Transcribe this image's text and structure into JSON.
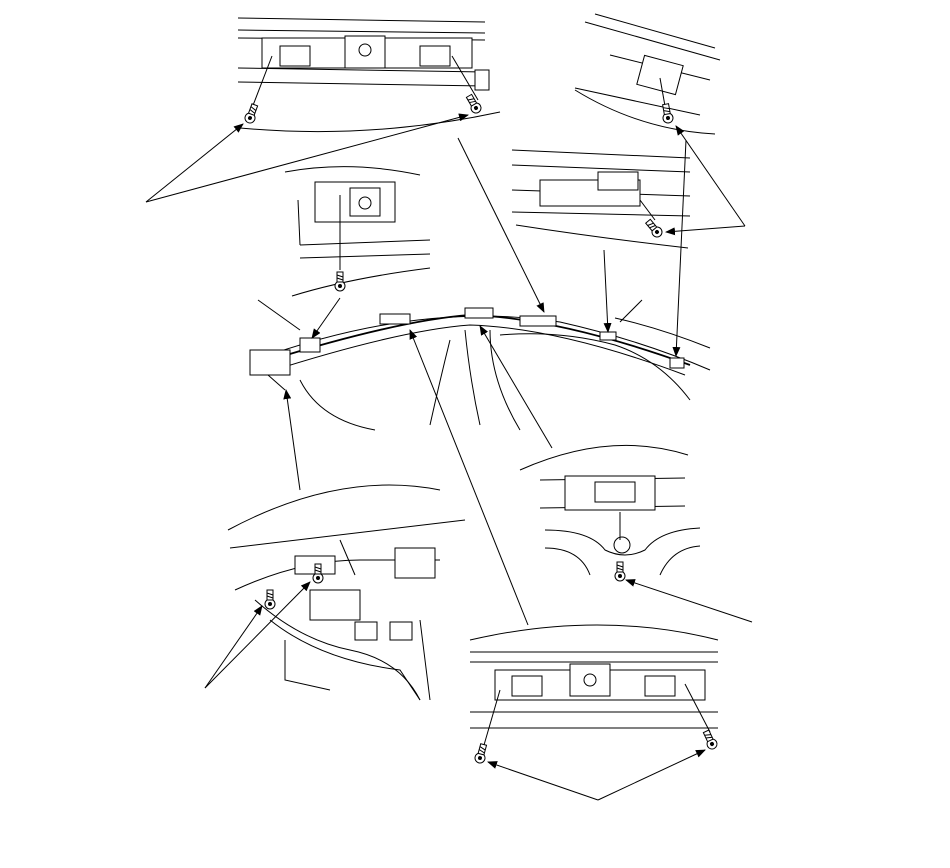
{
  "figure": {
    "background": "#ffffff",
    "line_color": "#000000",
    "callouts": [
      {
        "id": "bolts-upper-left",
        "icon": "bolt-icon"
      },
      {
        "id": "bolts-upper-right",
        "icon": "bolt-icon"
      },
      {
        "id": "bolts-lower-left",
        "icon": "bolt-icon"
      },
      {
        "id": "bolt-lower-right",
        "icon": "bolt-icon"
      },
      {
        "id": "bolts-bottom",
        "icon": "bolt-icon"
      }
    ]
  }
}
